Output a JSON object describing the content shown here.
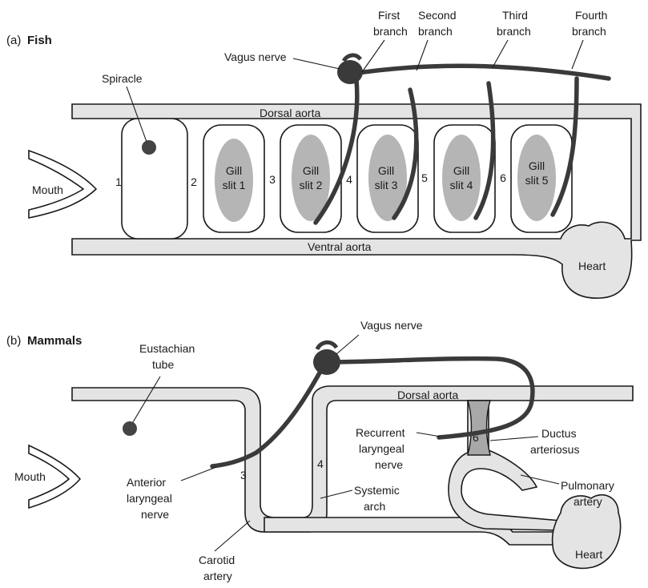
{
  "fish": {
    "heading_prefix": "(a)",
    "heading": "Fish",
    "labels": {
      "vagus_nerve": "Vagus nerve",
      "spiracle": "Spiracle",
      "dorsal_aorta": "Dorsal aorta",
      "ventral_aorta": "Ventral aorta",
      "mouth": "Mouth",
      "heart": "Heart"
    },
    "branches": [
      {
        "line1": "First",
        "line2": "branch"
      },
      {
        "line1": "Second",
        "line2": "branch"
      },
      {
        "line1": "Third",
        "line2": "branch"
      },
      {
        "line1": "Fourth",
        "line2": "branch"
      }
    ],
    "arch_numbers": [
      "1",
      "2",
      "3",
      "4",
      "5",
      "6"
    ],
    "gill_slits": [
      {
        "line1": "Gill",
        "line2": "slit 1"
      },
      {
        "line1": "Gill",
        "line2": "slit 2"
      },
      {
        "line1": "Gill",
        "line2": "slit 3"
      },
      {
        "line1": "Gill",
        "line2": "slit 4"
      },
      {
        "line1": "Gill",
        "line2": "slit 5"
      }
    ]
  },
  "mammal": {
    "heading_prefix": "(b)",
    "heading": "Mammals",
    "labels": {
      "vagus_nerve": "Vagus nerve",
      "eustachian_1": "Eustachian",
      "eustachian_2": "tube",
      "dorsal_aorta": "Dorsal aorta",
      "mouth": "Mouth",
      "heart": "Heart",
      "recurrent_1": "Recurrent",
      "recurrent_2": "laryngeal",
      "recurrent_3": "nerve",
      "ductus_1": "Ductus",
      "ductus_2": "arteriosus",
      "pulmonary_1": "Pulmonary",
      "pulmonary_2": "artery",
      "anterior_1": "Anterior",
      "anterior_2": "laryngeal",
      "anterior_3": "nerve",
      "systemic_1": "Systemic",
      "systemic_2": "arch",
      "carotid_1": "Carotid",
      "carotid_2": "artery"
    },
    "arch_numbers": [
      "3",
      "4",
      "6"
    ]
  },
  "colors": {
    "vessel_fill": "#e4e4e4",
    "gill_fill": "#b5b5b5",
    "nerve": "#3a3a3a",
    "ductus_fill": "#a8a8a8",
    "outline": "#1a1a1a"
  }
}
